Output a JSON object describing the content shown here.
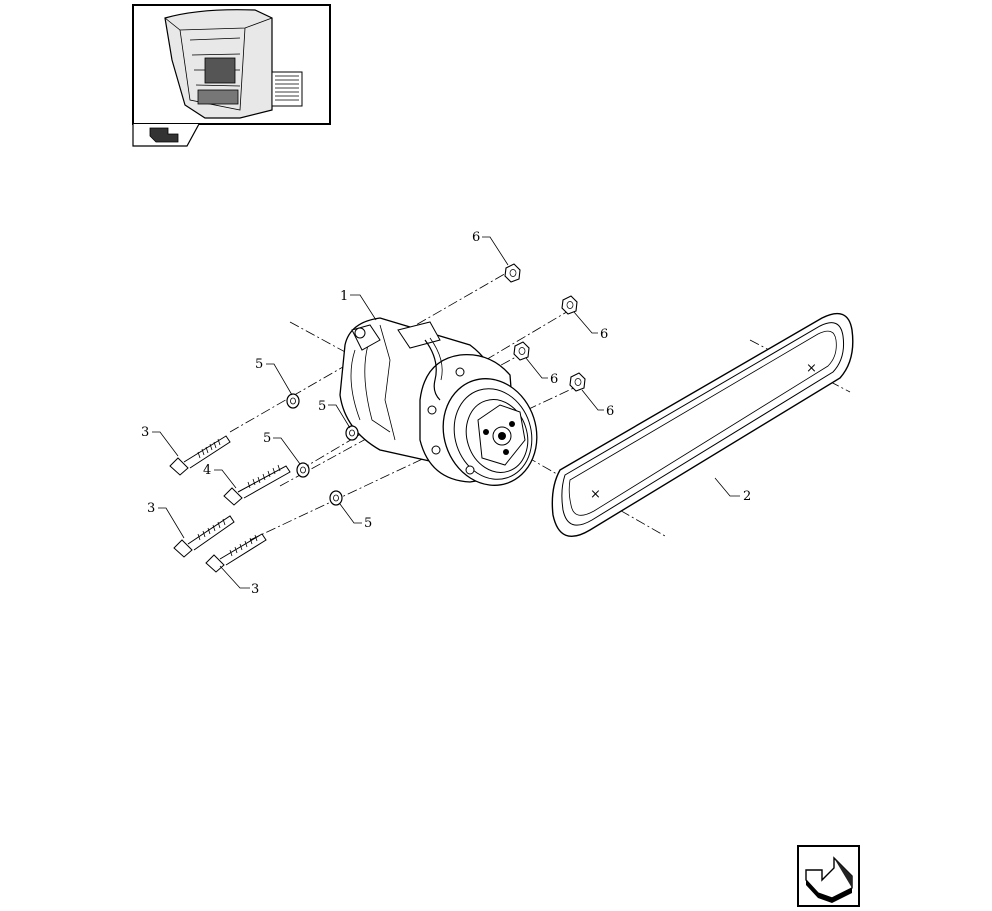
{
  "callouts": {
    "compressor": "1",
    "belt": "2",
    "bolt_a": "3",
    "bolt_b": "3",
    "bolt_c": "3",
    "bolt_long": "4",
    "washer_a": "5",
    "washer_b": "5",
    "washer_c": "5",
    "washer_d": "5",
    "nut_a": "6",
    "nut_b": "6",
    "nut_c": "6",
    "nut_d": "6"
  },
  "icons": {
    "location_thumbnail": "cab-location-icon",
    "thumbnail_tab": "section-tab-icon",
    "next_page": "next-page-arrow-icon"
  }
}
